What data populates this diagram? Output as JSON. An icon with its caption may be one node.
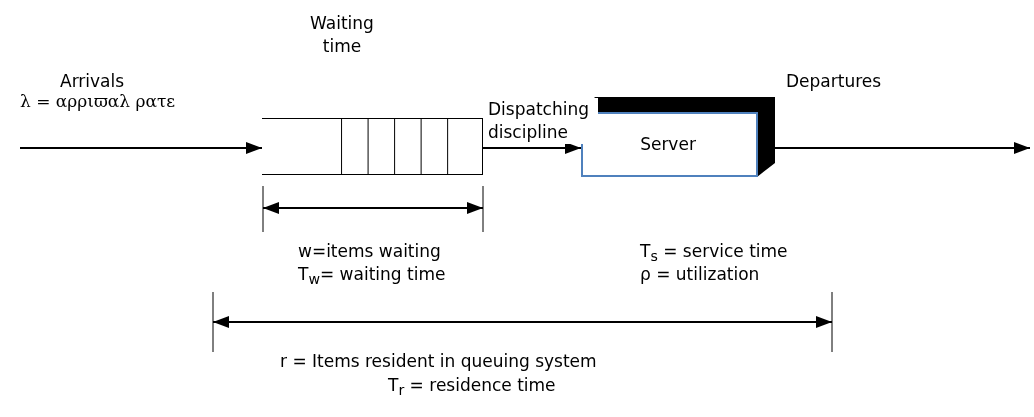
{
  "diagram": {
    "nodes": [
      {
        "text": [],
        "shape": "box",
        "beside": [
          "Waiting time"
        ]
      },
      {
        "text": [
          "Server"
        ]
      }
    ],
    "edges": [
      {
        "from": null,
        "to": 0,
        "arrow": "to",
        "label": "Arrivals"
      },
      {
        "from": 0,
        "to": 1,
        "arrow": "to",
        "label": "Dispatching discipline"
      },
      {
        "from": 1,
        "to": null,
        "arrow": "to",
        "label": "Departures"
      }
    ],
    "labels": [
      "λ = αρριϖαλ ρατε",
      "w=items waiting",
      "T$_{w}$= waiting time",
      "T$_{s}$ = service time",
      "ρ = utilization",
      "r = Items resident in queuing system",
      "T$_{r}$ = residence time"
    ]
  }
}
